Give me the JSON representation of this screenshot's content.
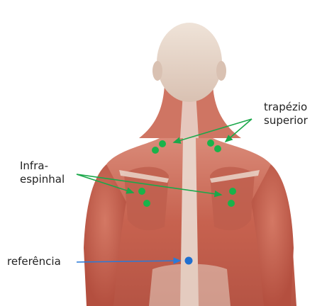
{
  "labels": {
    "trapezio_line1": "trapézio",
    "trapezio_line2": "superior",
    "infra_line1": "Infra-",
    "infra_line2": "espinhal",
    "referencia": "referência"
  },
  "colors": {
    "electrode_green": "#19b34a",
    "arrow_green": "#1aa84a",
    "reference_blue": "#1f6fd0",
    "arrow_blue": "#2a7ad8",
    "muscle": "#c96a58",
    "skin": "#e8d6c8"
  },
  "icons": {
    "electrode": "green-dot",
    "reference": "blue-dot"
  }
}
